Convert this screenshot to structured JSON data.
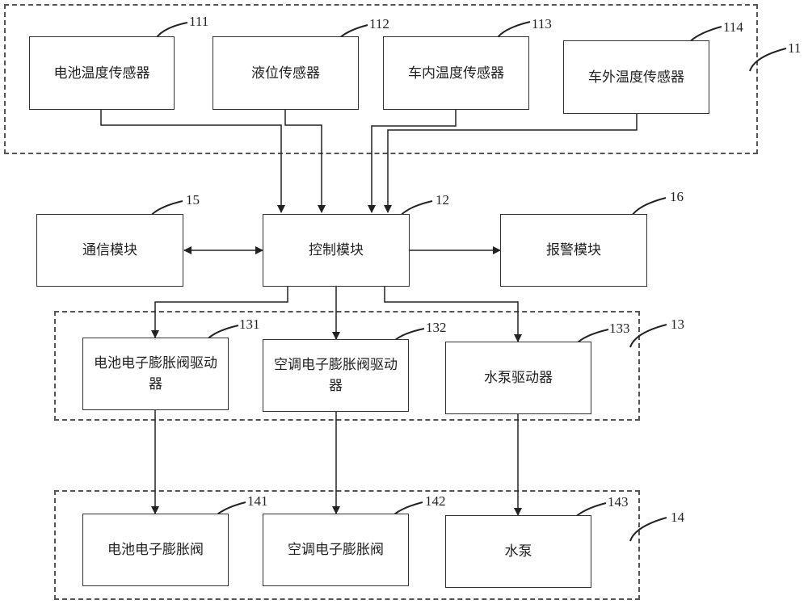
{
  "groups": {
    "sensors": {
      "ref": "11"
    },
    "drivers": {
      "ref": "13"
    },
    "actuators": {
      "ref": "14"
    }
  },
  "sensors": [
    {
      "ref": "111",
      "label": "电池温度传感器"
    },
    {
      "ref": "112",
      "label": "液位传感器"
    },
    {
      "ref": "113",
      "label": "车内温度传感器"
    },
    {
      "ref": "114",
      "label": "车外温度传感器"
    }
  ],
  "middle": {
    "communication": {
      "ref": "15",
      "label": "通信模块"
    },
    "control": {
      "ref": "12",
      "label": "控制模块"
    },
    "alarm": {
      "ref": "16",
      "label": "报警模块"
    }
  },
  "drivers": [
    {
      "ref": "131",
      "label": "电池电子膨胀阀驱动器"
    },
    {
      "ref": "132",
      "label": "空调电子膨胀阀驱动器"
    },
    {
      "ref": "133",
      "label": "水泵驱动器"
    }
  ],
  "actuators": [
    {
      "ref": "141",
      "label": "电池电子膨胀阀"
    },
    {
      "ref": "142",
      "label": "空调电子膨胀阀"
    },
    {
      "ref": "143",
      "label": "水泵"
    }
  ],
  "colors": {
    "line": "#222222",
    "dash": "#555555"
  }
}
